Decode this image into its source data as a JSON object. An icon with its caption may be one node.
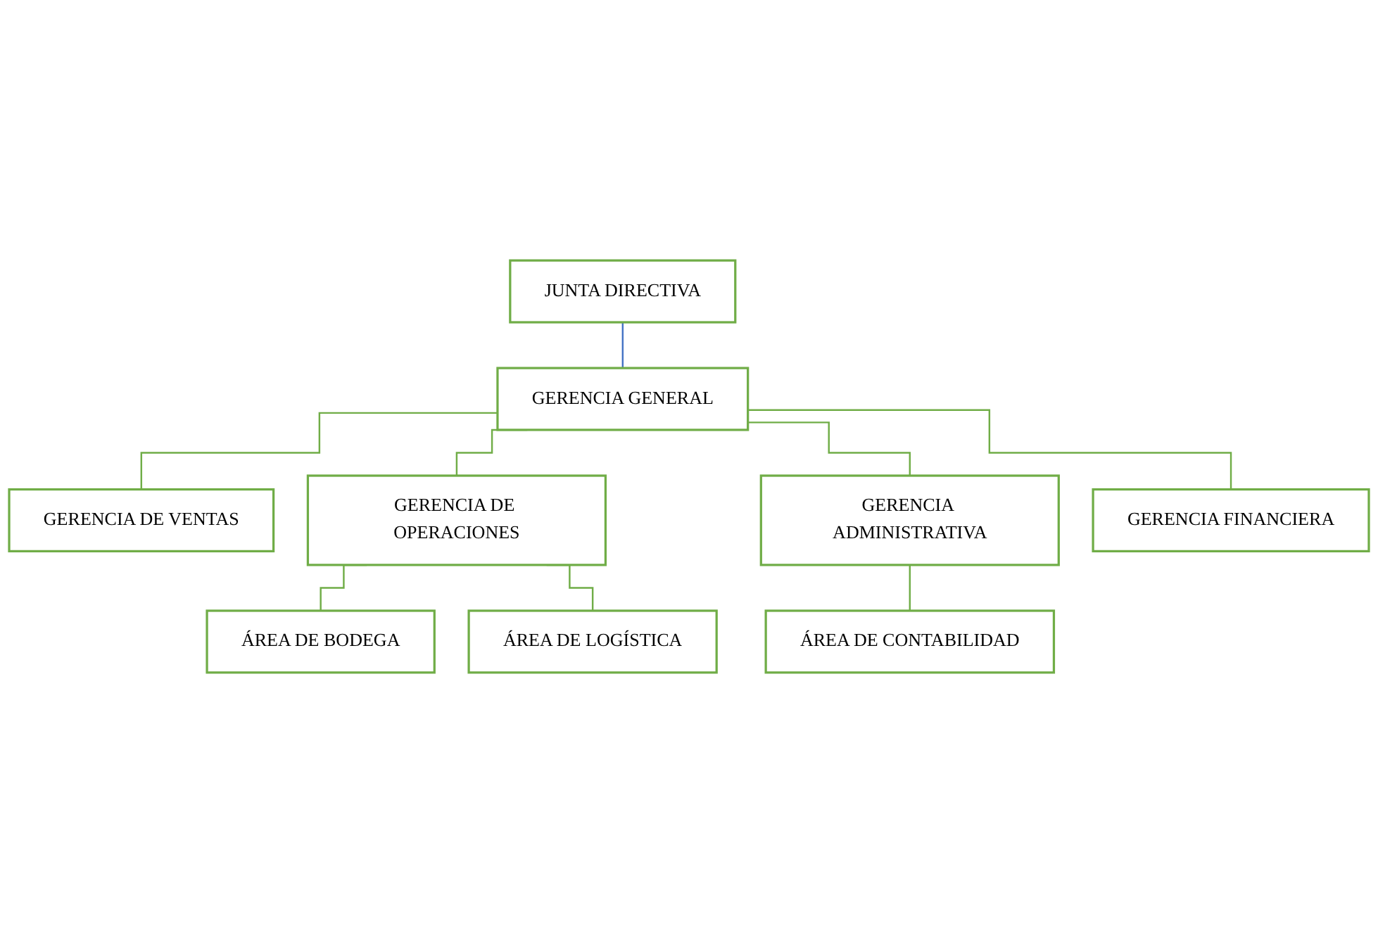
{
  "diagram": {
    "nodes": [
      {
        "text": [
          "JUNTA DIRECTIVA"
        ]
      },
      {
        "text": [
          "GERENCIA GENERAL"
        ]
      },
      {
        "text": [
          "GERENCIA DE VENTAS"
        ]
      },
      {
        "text": [
          "GERENCIA DE OPERACIONES"
        ]
      },
      {
        "text": [
          "GERENCIA ADMINISTRATIVA"
        ]
      },
      {
        "text": [
          "GERENCIA FINANCIERA"
        ]
      },
      {
        "text": [
          "ÁREA DE BODEGA"
        ]
      },
      {
        "text": [
          "ÁREA DE LOGÍSTICA"
        ]
      },
      {
        "text": [
          "ÁREA DE CONTABILIDAD"
        ]
      }
    ],
    "edges": [
      {
        "from": 0,
        "to": 1,
        "arrow": "none",
        "color": "#4472c4"
      },
      {
        "from": 1,
        "to": 2,
        "arrow": "none"
      },
      {
        "from": 1,
        "to": 3,
        "arrow": "none"
      },
      {
        "from": 1,
        "to": 4,
        "arrow": "none"
      },
      {
        "from": 1,
        "to": 5,
        "arrow": "none"
      },
      {
        "from": 3,
        "to": 6,
        "arrow": "none"
      },
      {
        "from": 3,
        "to": 7,
        "arrow": "none"
      },
      {
        "from": 4,
        "to": 8,
        "arrow": "none"
      }
    ]
  }
}
